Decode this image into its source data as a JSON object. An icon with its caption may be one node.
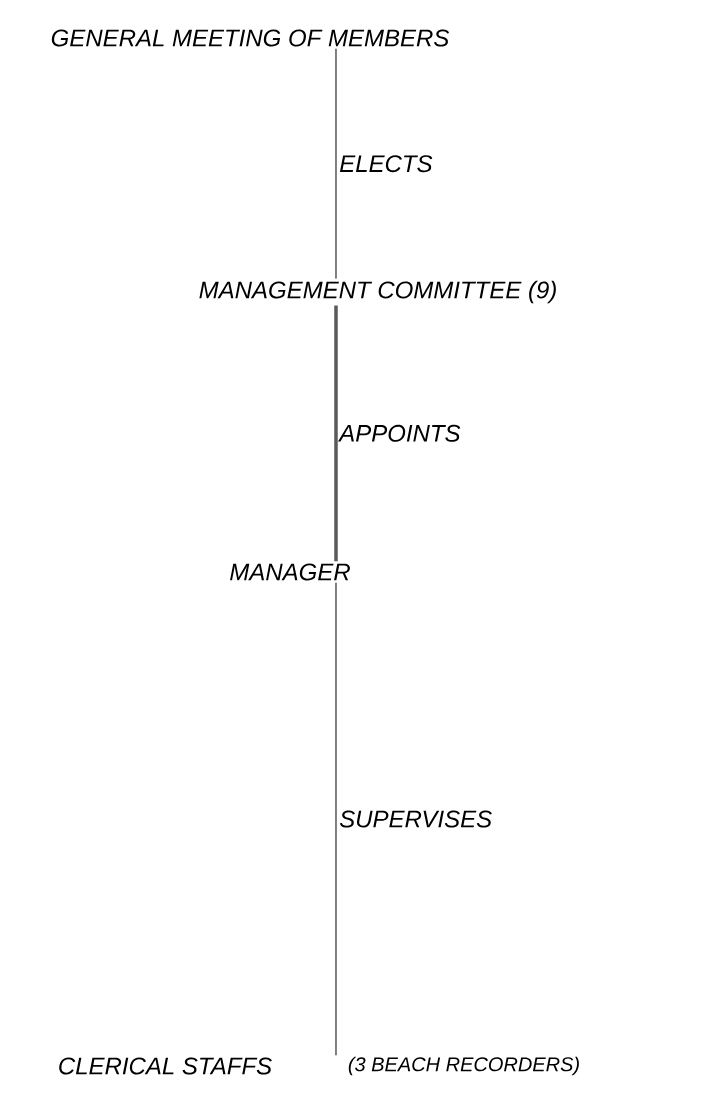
{
  "diagram": {
    "nodes": [
      {
        "text": [
          "GENERAL MEETING OF MEMBERS"
        ]
      },
      {
        "text": [
          "MANAGEMENT COMMITTEE (9)"
        ]
      },
      {
        "text": [
          "MANAGER"
        ]
      },
      {
        "text": [
          "CLERICAL STAFFS"
        ],
        "beside": [
          "(3 BEACH RECORDERS)"
        ]
      }
    ],
    "edges": [
      {
        "from": 0,
        "to": 1,
        "arrow": "none",
        "label": "ELECTS"
      },
      {
        "from": 1,
        "to": 2,
        "arrow": "none",
        "label": "APPOINTS",
        "style": "thick"
      },
      {
        "from": 2,
        "to": 3,
        "arrow": "none",
        "label": "SUPERVISES"
      }
    ]
  }
}
